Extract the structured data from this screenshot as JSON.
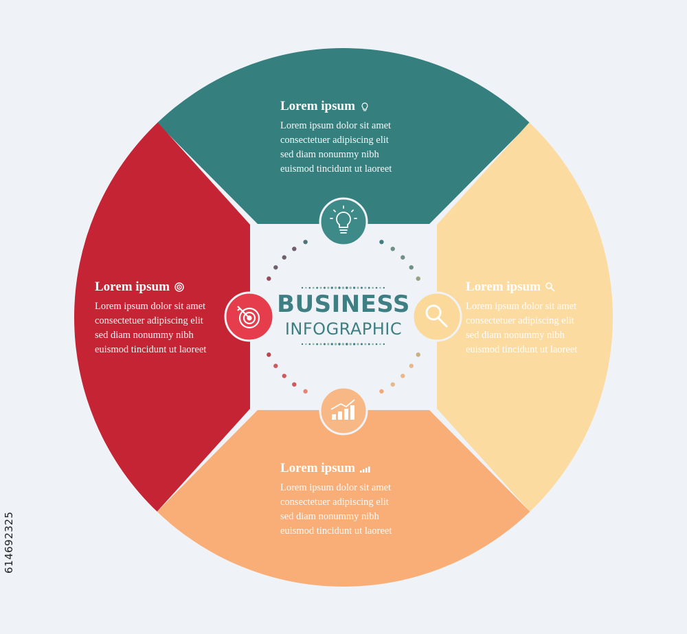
{
  "center": {
    "title": "BUSINESS",
    "subtitle": "INFOGRAPHIC"
  },
  "colors": {
    "background": "#eff3f7",
    "teal": "#367f7f",
    "red": "#c42434",
    "yellow": "#fcdba1",
    "orange": "#f8ae76",
    "center_text": "#3e7f83"
  },
  "sections": {
    "top": {
      "title": "Lorem ipsum",
      "lines": [
        "Lorem ipsum dolor sit amet",
        "consectetuer adipiscing elit",
        "sed diam nonummy nibh",
        "euismod tincidunt ut laoreet"
      ],
      "icon": "lightbulb-icon"
    },
    "left": {
      "title": "Lorem ipsum",
      "lines": [
        "Lorem ipsum dolor sit amet",
        "consectetuer adipiscing elit",
        "sed diam nonummy nibh",
        "euismod tincidunt ut laoreet"
      ],
      "icon": "target-icon"
    },
    "right": {
      "title": "Lorem ipsum",
      "lines": [
        "Lorem ipsum dolor sit amet",
        "consectetuer adipiscing elit",
        "sed diam nonummy nibh",
        "euismod tincidunt ut laoreet"
      ],
      "icon": "magnifier-icon"
    },
    "bottom": {
      "title": "Lorem ipsum",
      "lines": [
        "Lorem ipsum dolor sit amet",
        "consectetuer adipiscing elit",
        "sed diam nonummy nibh",
        "euismod tincidunt ut laoreet"
      ],
      "icon": "bar-chart-icon"
    }
  },
  "side_id": "614692325"
}
